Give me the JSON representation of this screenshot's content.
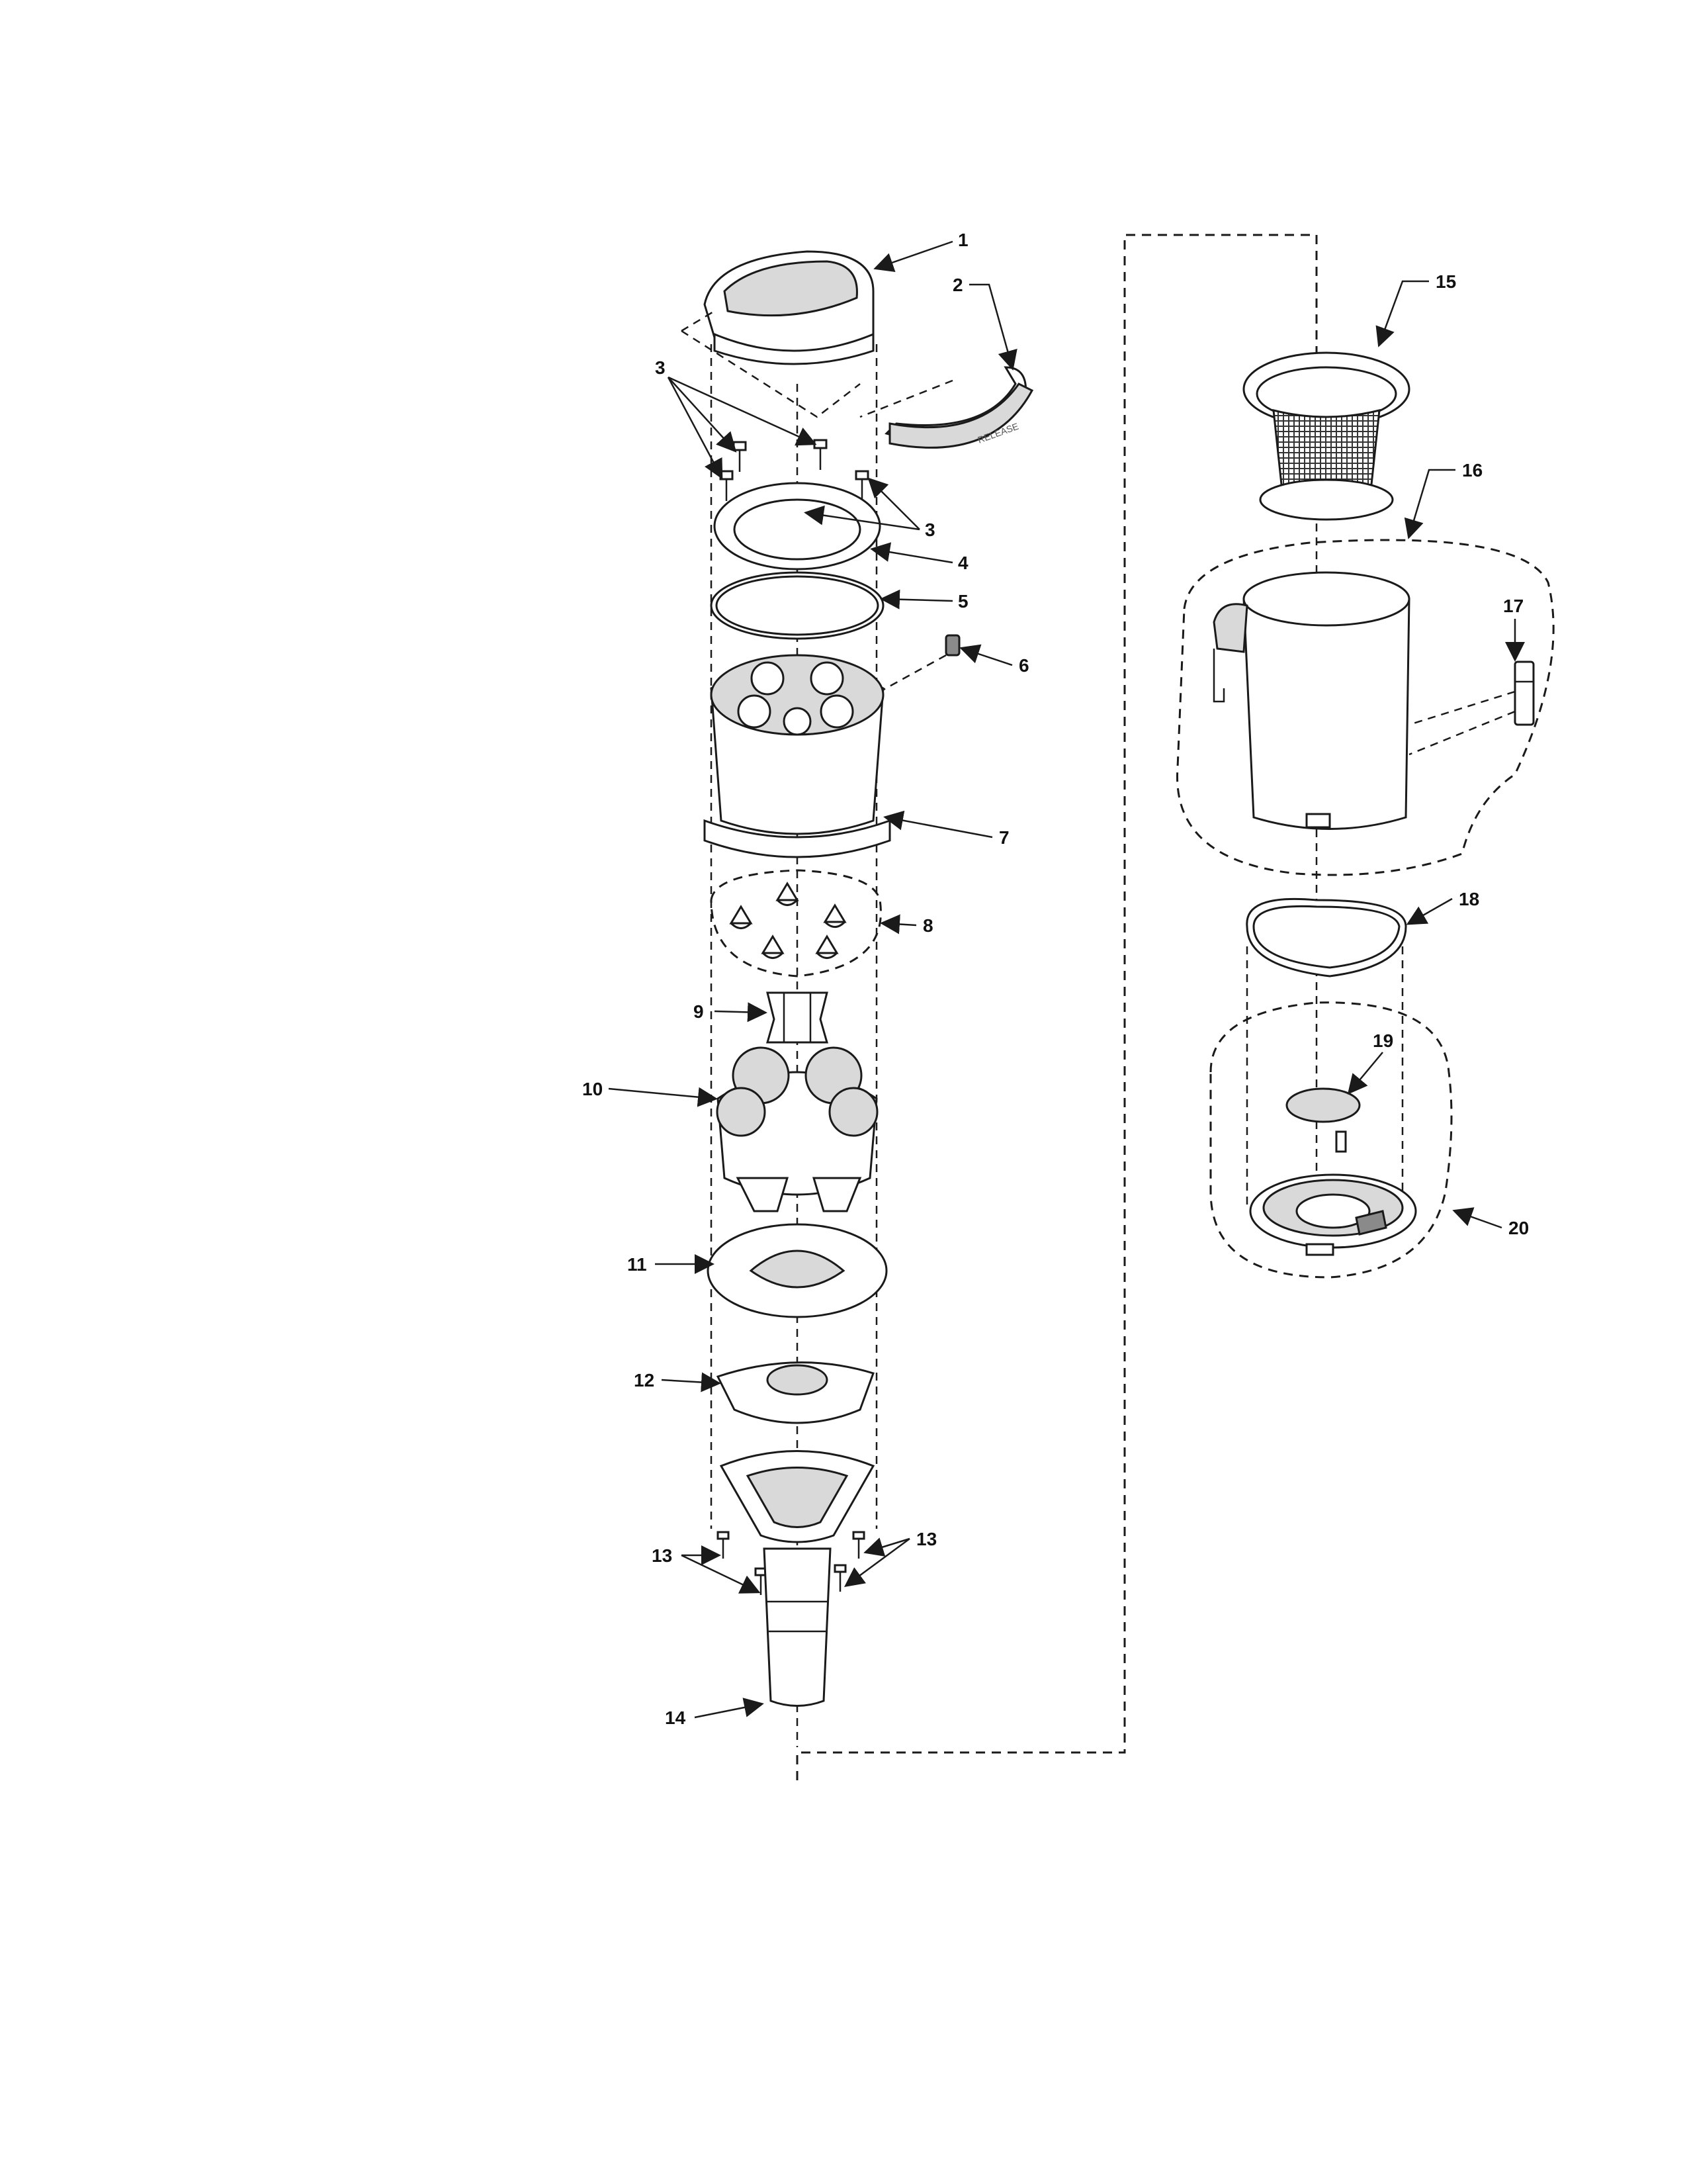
{
  "callouts": {
    "c1": "1",
    "c2": "2",
    "c3a": "3",
    "c3b": "3",
    "c4": "4",
    "c5": "5",
    "c6": "6",
    "c7": "7",
    "c8": "8",
    "c9": "9",
    "c10": "10",
    "c11": "11",
    "c12": "12",
    "c13a": "13",
    "c13b": "13",
    "c14": "14",
    "c15": "15",
    "c16": "16",
    "c17": "17",
    "c18": "18",
    "c19": "19",
    "c20": "20"
  },
  "latch_brand_text": "RELEASE",
  "colors": {
    "line": "#1a1a1a",
    "shade": "#d9d9d9",
    "background": "#ffffff"
  }
}
